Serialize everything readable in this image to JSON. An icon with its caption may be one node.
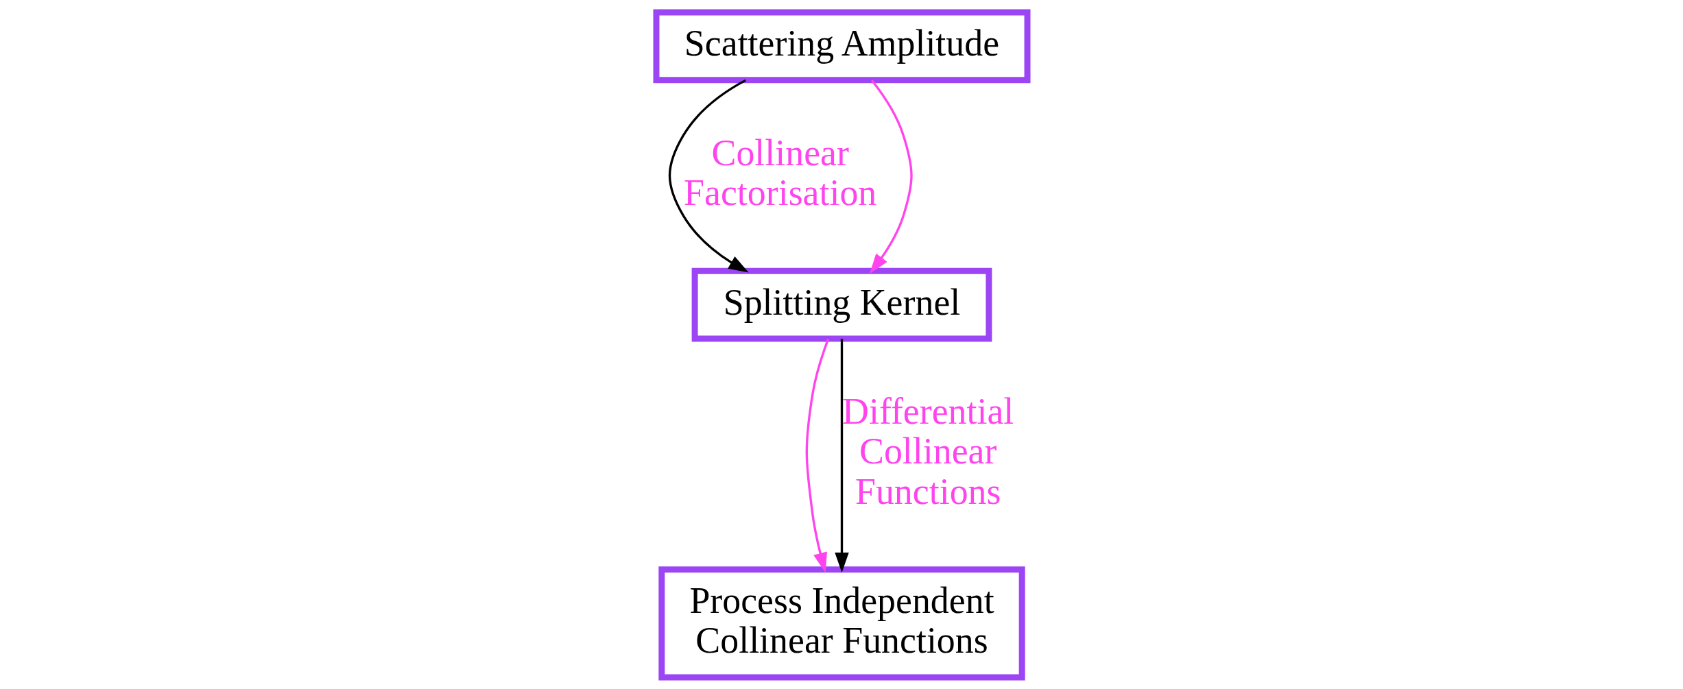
{
  "diagram": {
    "nodes": [
      {
        "text": [
          "Scattering Amplitude"
        ]
      },
      {
        "text": [
          "Splitting Kernel"
        ]
      },
      {
        "text": [
          "Process Independent Collinear Functions"
        ]
      }
    ],
    "edges": [
      {
        "from": 0,
        "to": 1,
        "arrow": "to",
        "label": "Collinear Factorisation"
      },
      {
        "from": 0,
        "to": 1,
        "arrow": "to",
        "color": "#ff44ee"
      },
      {
        "from": 1,
        "to": 2,
        "arrow": "to",
        "color": "#ff44ee"
      },
      {
        "from": 1,
        "to": 2,
        "arrow": "to",
        "label": "Differential Collinear Functions"
      }
    ]
  }
}
